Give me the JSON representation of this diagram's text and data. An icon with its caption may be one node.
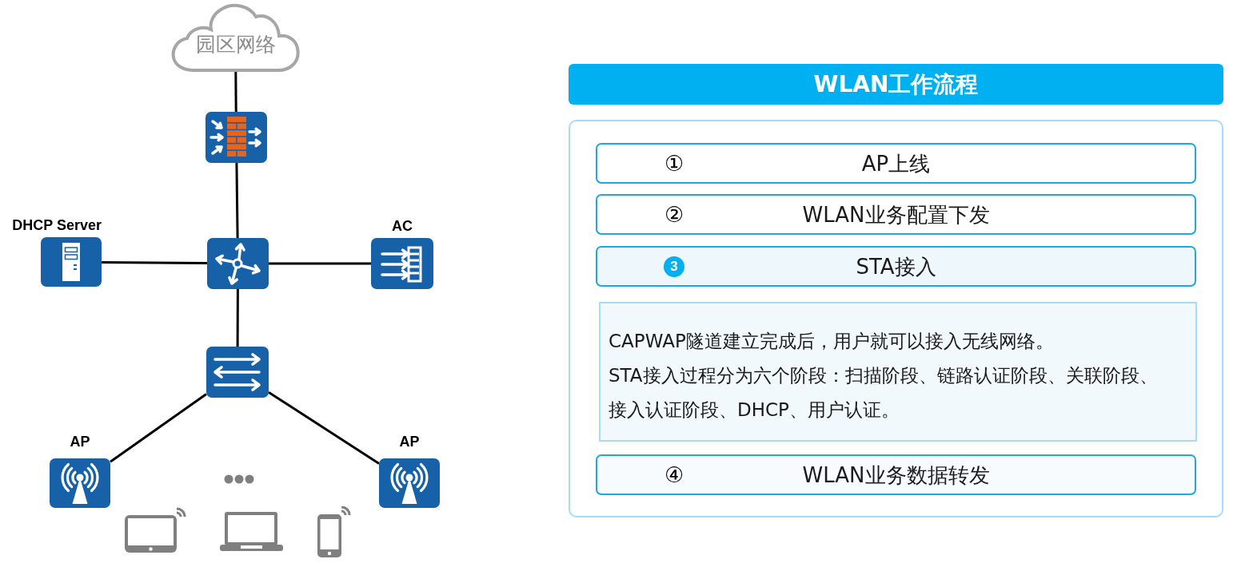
{
  "diagram": {
    "nodes": [
      {
        "text": [
          "园区网络"
        ]
      },
      {
        "text": [],
        "shape": "picture"
      },
      {
        "text": [
          "DHCP Server"
        ]
      },
      {
        "text": [],
        "shape": "picture"
      },
      {
        "text": [
          "AC"
        ]
      },
      {
        "text": [],
        "shape": "picture"
      },
      {
        "text": [
          "AP"
        ]
      },
      {
        "text": [
          "AP"
        ]
      },
      {
        "text": [
          "WLAN工作流程"
        ]
      },
      {
        "text": [],
        "shape": "box"
      },
      {
        "text": [
          "①",
          "AP上线"
        ],
        "in": 9
      },
      {
        "text": [
          "②",
          "WLAN业务配置下发"
        ],
        "in": 9
      },
      {
        "text": [
          "3",
          "STA接入"
        ],
        "in": 9
      },
      {
        "text": [
          "CAPWAP隧道建立完成后，用户就可以接入无线网络。",
          "STA接入过程分为六个阶段：扫描阶段、链路认证阶段、关联阶段、接入认证阶段、DHCP、用户认证。"
        ],
        "in": 9
      },
      {
        "text": [
          "④",
          "WLAN业务数据转发"
        ],
        "in": 9
      }
    ],
    "edges": [
      {
        "from": 0,
        "to": 1,
        "arrow": "none"
      },
      {
        "from": 1,
        "to": 3,
        "arrow": "none"
      },
      {
        "from": 2,
        "to": 3,
        "arrow": "none"
      },
      {
        "from": 3,
        "to": 4,
        "arrow": "none"
      },
      {
        "from": 3,
        "to": 5,
        "arrow": "none"
      },
      {
        "from": 5,
        "to": 6,
        "arrow": "none"
      },
      {
        "from": 5,
        "to": 7,
        "arrow": "none"
      }
    ]
  }
}
